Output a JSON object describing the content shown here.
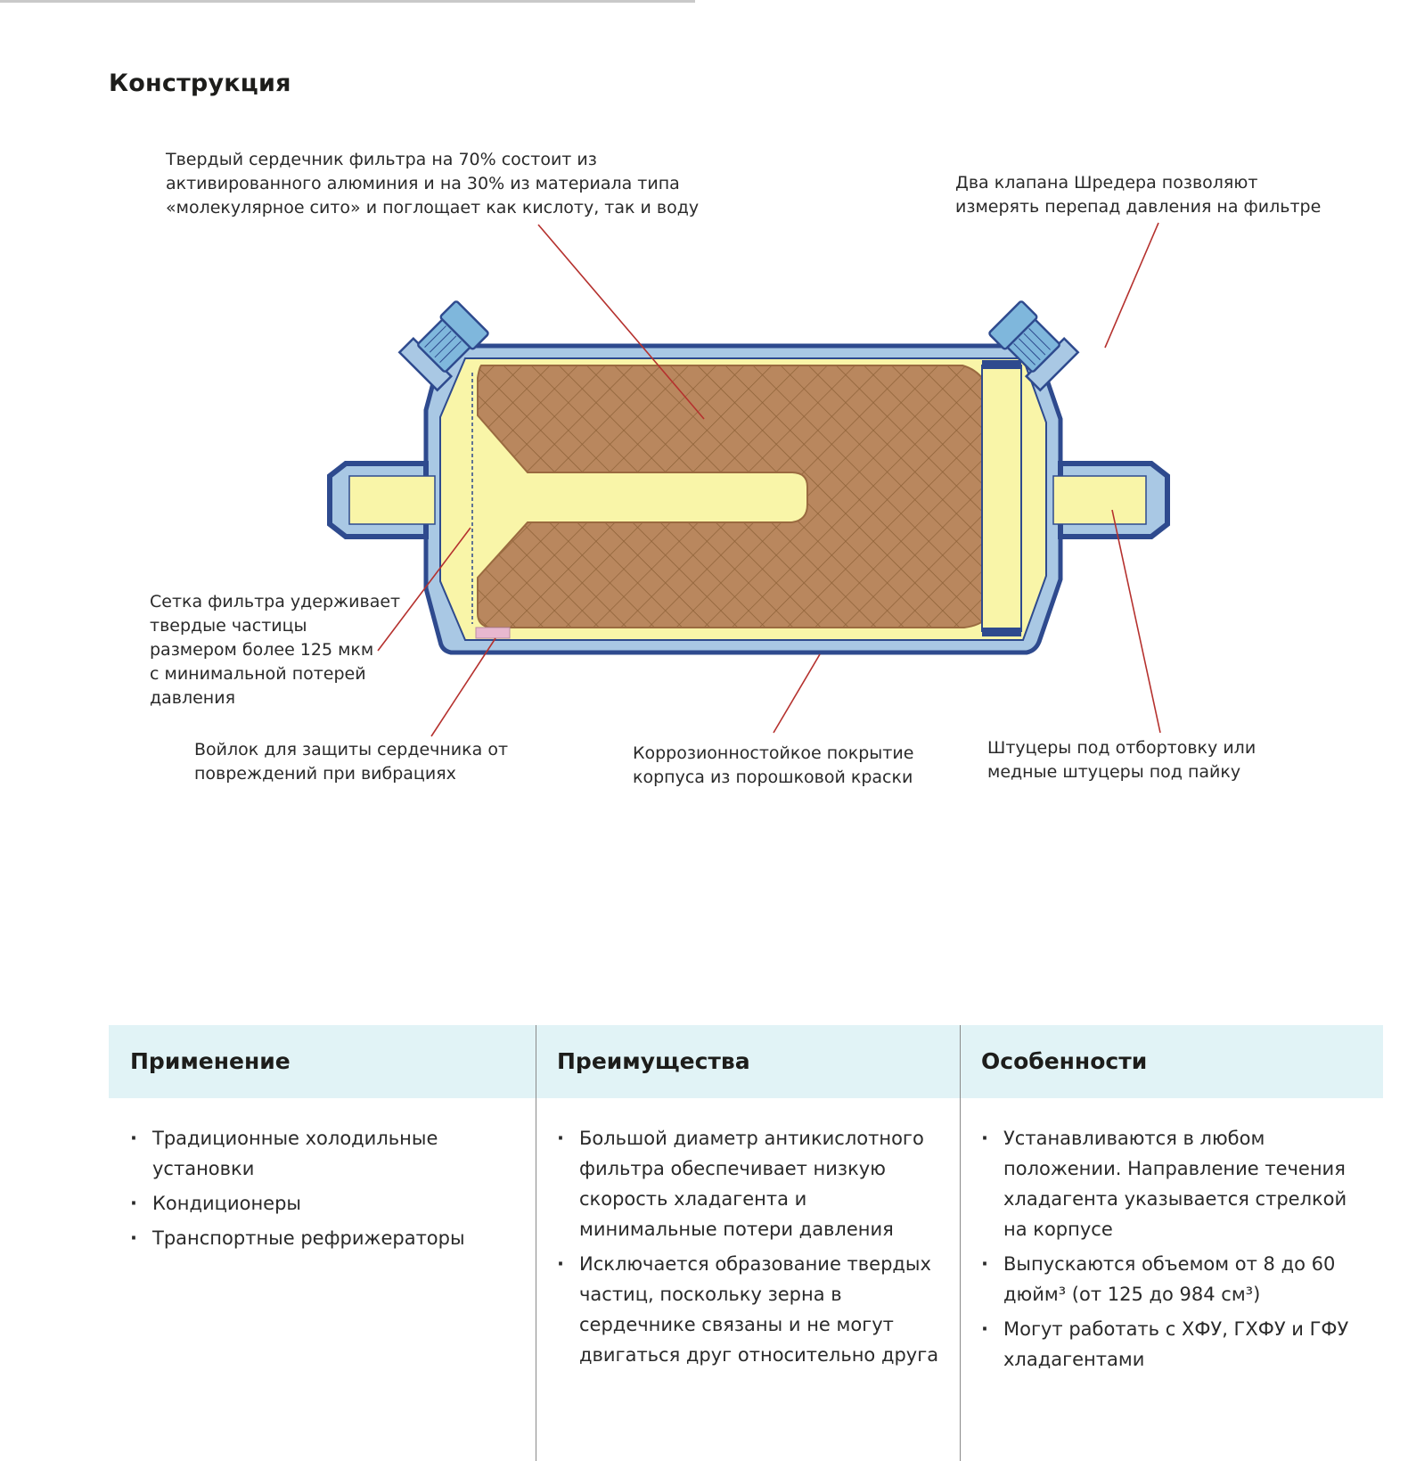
{
  "section": {
    "title": "Конструкция"
  },
  "callouts": {
    "core": [
      "Твердый сердечник фильтра на 70% состоит из",
      "активированного алюминия и на 30% из материала типа",
      "«молекулярное сито» и поглощает как кислоту, так и воду"
    ],
    "schrader": [
      "Два клапана Шредера позволяют",
      "измерять перепад давления на фильтре"
    ],
    "mesh": [
      "Сетка фильтра удерживает",
      "твердые частицы",
      "размером более 125 мкм",
      "с минимальной потерей",
      "давления"
    ],
    "felt": [
      "Войлок для защиты сердечника от",
      "повреждений при вибрациях"
    ],
    "coating": [
      "Коррозионностойкое покрытие",
      "корпуса из порошковой краски"
    ],
    "fittings": [
      "Штуцеры под отбортовку или",
      "медные штуцеры под пайку"
    ]
  },
  "colors": {
    "shell_outline": "#2e4a8e",
    "shell_fill": "#a9c8e4",
    "interior": "#f9f5a8",
    "core": "#b9875e",
    "core_hatch": "#8e6238",
    "valve": "#7fb7dc",
    "leader_line": "#b5312e",
    "felt": "#e8b8cf",
    "panel_band": "#e1f3f6"
  },
  "panels": [
    {
      "title": "Применение",
      "items": [
        "Традиционные холодильные установки",
        "Кондиционеры",
        "Транспортные рефрижераторы"
      ]
    },
    {
      "title": "Преимущества",
      "items": [
        "Большой диаметр антикислотного фильтра обеспечивает низкую скорость хладагента и минимальные потери давления",
        "Исключается образование твердых частиц, поскольку зерна в сердечнике связаны и не могут двигаться друг относительно друга"
      ]
    },
    {
      "title": "Особенности",
      "items": [
        "Устанавливаются в любом положении. Направление течения хладагента указывается стрелкой на корпусе",
        "Выпускаются объемом от 8 до 60 дюйм³ (от 125 до 984 см³)",
        "Могут работать с ХФУ, ГХФУ и ГФУ хладагентами"
      ]
    }
  ]
}
